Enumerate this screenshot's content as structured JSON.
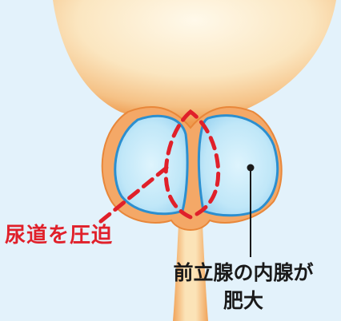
{
  "labels": {
    "urethra_compressed": "尿道を圧迫",
    "inner_gland_line1": "前立腺の内腺が",
    "inner_gland_line2": "肥大"
  },
  "colors": {
    "background": "#e3f2fb",
    "bladder_fill": "#fdf0d6",
    "bladder_edge": "#f2a461",
    "gland_fill": "#bfe6f8",
    "gland_edge": "#2c8fcf",
    "dashed_line": "#e0202a",
    "leader_line": "#1a1a1a"
  }
}
